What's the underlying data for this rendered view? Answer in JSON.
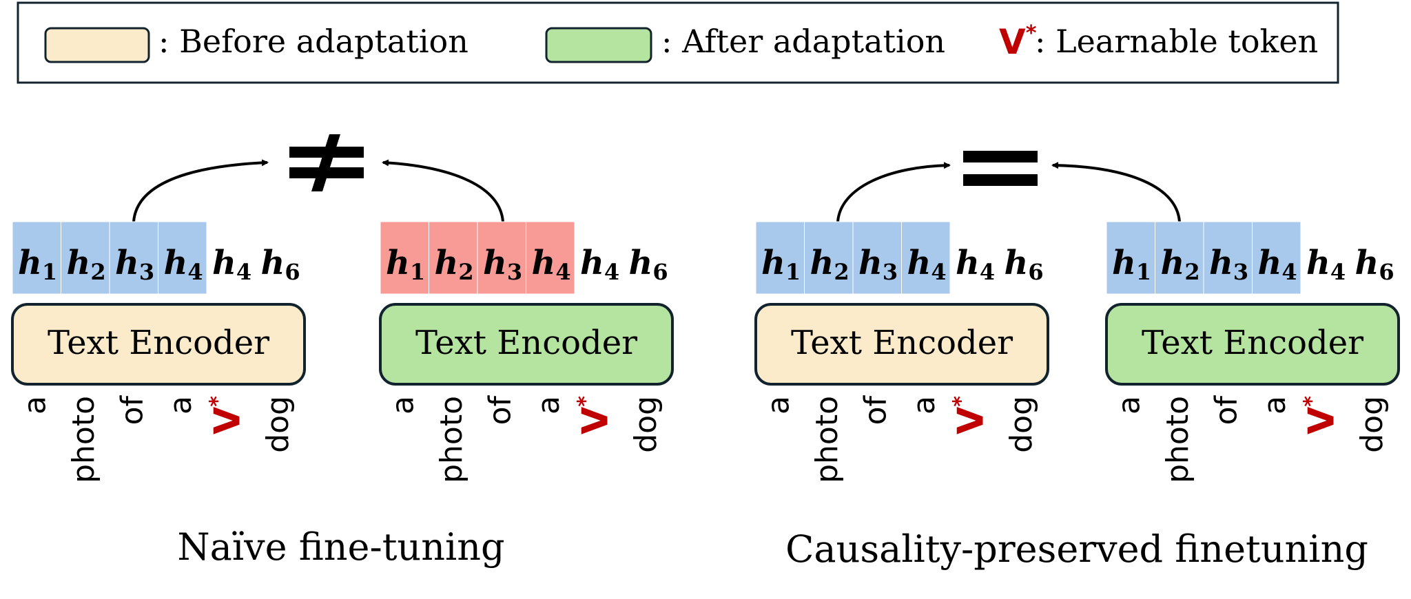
{
  "legend": {
    "before_label": ": Before  adaptation",
    "after_label": ": After adaptation",
    "token_symbol": "V",
    "token_sup": "*",
    "token_label": ": Learnable token"
  },
  "colors": {
    "before": "#FBEBCB",
    "after": "#B5E4A1",
    "blue_cell": "#A8C9EC",
    "red_cell": "#F89B97",
    "token_red": "#C00000",
    "stroke": "#12232E"
  },
  "hidden_states": [
    {
      "base": "h",
      "sub": "1"
    },
    {
      "base": "h",
      "sub": "2"
    },
    {
      "base": "h",
      "sub": "3"
    },
    {
      "base": "h",
      "sub": "4"
    },
    {
      "base": "h",
      "sub": "4"
    },
    {
      "base": "h",
      "sub": "6"
    }
  ],
  "tokens": [
    {
      "text": "a",
      "learnable": false
    },
    {
      "text": "photo",
      "learnable": false
    },
    {
      "text": "of",
      "learnable": false
    },
    {
      "text": "a",
      "learnable": false
    },
    {
      "text": "V",
      "learnable": true
    },
    {
      "text": "dog",
      "learnable": false
    }
  ],
  "token_sup": "*",
  "encoder_label": "Text Encoder",
  "panels": [
    {
      "caption": "Naïve fine-tuning",
      "relation": "≠",
      "encoders": [
        {
          "state": "before",
          "highlight": "blue"
        },
        {
          "state": "after",
          "highlight": "red"
        }
      ]
    },
    {
      "caption": "Causality-preserved finetuning",
      "relation": "=",
      "encoders": [
        {
          "state": "before",
          "highlight": "blue"
        },
        {
          "state": "after",
          "highlight": "blue"
        }
      ]
    }
  ],
  "highlighted_count": 4
}
